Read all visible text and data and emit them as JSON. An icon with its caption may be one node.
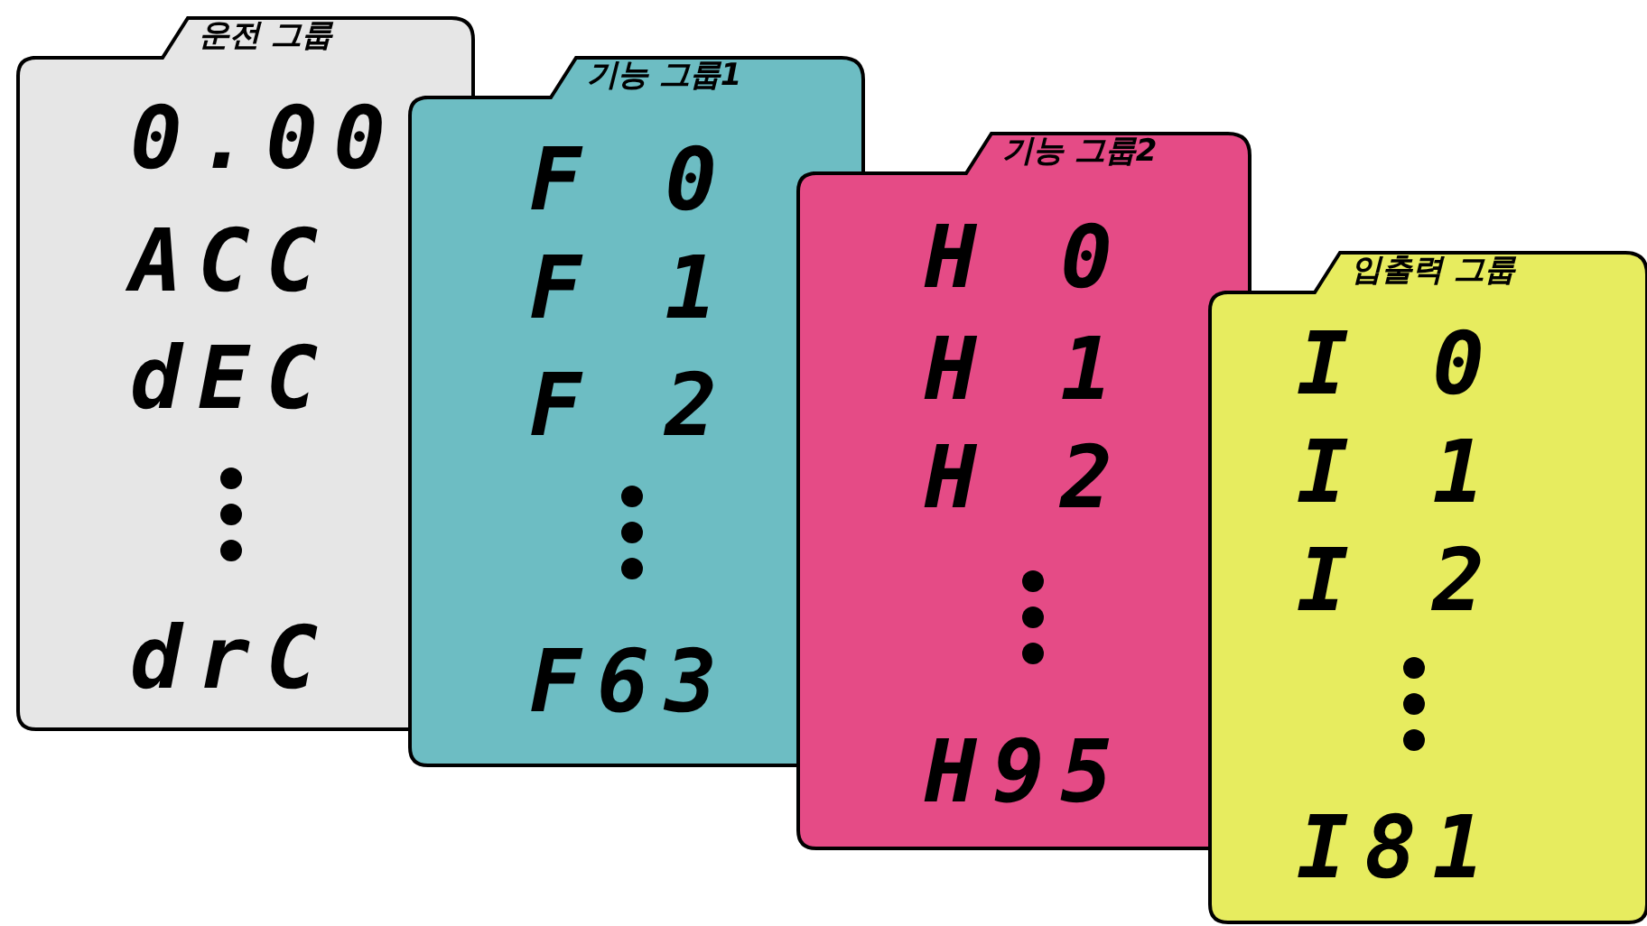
{
  "diagram": {
    "nodes": [
      {
        "text": [
          "운전 그룹",
          "0.00",
          "ACC",
          "dEC",
          "drC"
        ]
      },
      {
        "text": [
          "기능 그룹1",
          "F 0",
          "F 1",
          "F 2",
          "F63"
        ]
      },
      {
        "text": [
          "기능 그룹2",
          "H 0",
          "H 1",
          "H 2",
          "H95"
        ]
      },
      {
        "text": [
          "입출력 그룹",
          "I 0",
          "I 1",
          "I 2",
          "I81"
        ]
      }
    ]
  }
}
